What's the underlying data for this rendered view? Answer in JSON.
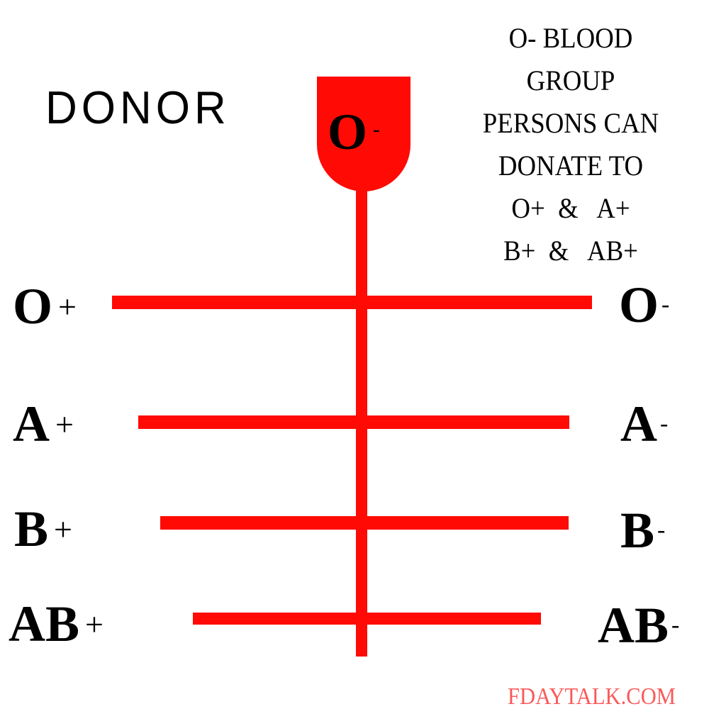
{
  "colors": {
    "accent": "#ff0a05",
    "watermark": "#f95a5a",
    "text": "#000000"
  },
  "donor_heading": "DONOR",
  "donor_group": {
    "letter": "O",
    "sign": "-"
  },
  "info_lines": [
    "O- BLOOD",
    "GROUP",
    "PERSONS CAN",
    "DONATE TO",
    "O+  &   A+",
    "B+  &   AB+"
  ],
  "recipients_left": [
    {
      "letter": "O",
      "sign": "+"
    },
    {
      "letter": "A",
      "sign": "+"
    },
    {
      "letter": "B",
      "sign": "+"
    },
    {
      "letter": "AB",
      "sign": "+"
    }
  ],
  "recipients_right": [
    {
      "letter": "O",
      "sign": "-"
    },
    {
      "letter": "A",
      "sign": "-"
    },
    {
      "letter": "B",
      "sign": "-"
    },
    {
      "letter": "AB",
      "sign": "-"
    }
  ],
  "watermark": "FDAYTALK.COM"
}
